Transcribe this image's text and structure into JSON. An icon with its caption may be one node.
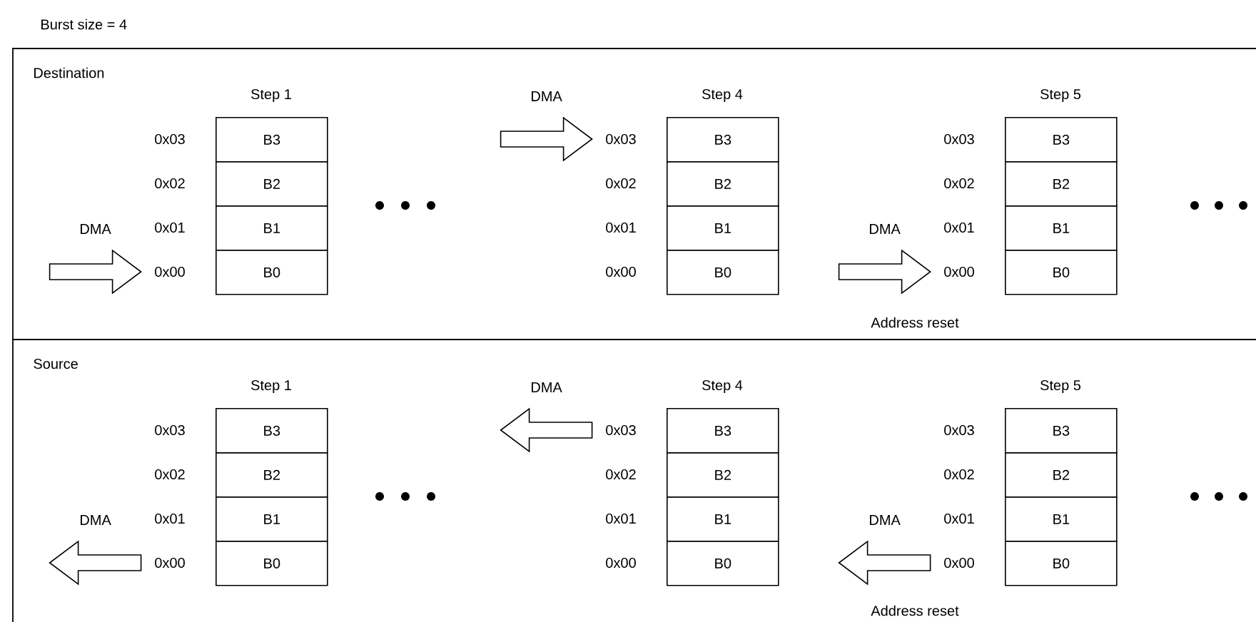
{
  "diagram": {
    "title": "Burst size = 4",
    "nodes": [
      {
        "text": [
          "Destination"
        ]
      },
      {
        "text": [
          "B3"
        ],
        "beside": [
          "0x03"
        ],
        "in": 0
      },
      {
        "text": [
          "B2"
        ],
        "beside": [
          "0x02"
        ],
        "in": 0
      },
      {
        "text": [
          "B1"
        ],
        "beside": [
          "0x01"
        ],
        "in": 0
      },
      {
        "text": [
          "B0"
        ],
        "beside": [
          "0x00"
        ],
        "in": 0
      },
      {
        "text": [
          "B3"
        ],
        "beside": [
          "0x03"
        ],
        "in": 0
      },
      {
        "text": [
          "B2"
        ],
        "beside": [
          "0x02"
        ],
        "in": 0
      },
      {
        "text": [
          "B1"
        ],
        "beside": [
          "0x01"
        ],
        "in": 0
      },
      {
        "text": [
          "B0"
        ],
        "beside": [
          "0x00"
        ],
        "in": 0
      },
      {
        "text": [
          "B3"
        ],
        "beside": [
          "0x03"
        ],
        "in": 0
      },
      {
        "text": [
          "B2"
        ],
        "beside": [
          "0x02"
        ],
        "in": 0
      },
      {
        "text": [
          "B1"
        ],
        "beside": [
          "0x01"
        ],
        "in": 0
      },
      {
        "text": [
          "B0"
        ],
        "beside": [
          "0x00"
        ],
        "in": 0
      },
      {
        "text": [
          "Source"
        ]
      },
      {
        "text": [
          "B3"
        ],
        "beside": [
          "0x03"
        ],
        "in": 13
      },
      {
        "text": [
          "B2"
        ],
        "beside": [
          "0x02"
        ],
        "in": 13
      },
      {
        "text": [
          "B1"
        ],
        "beside": [
          "0x01"
        ],
        "in": 13
      },
      {
        "text": [
          "B0"
        ],
        "beside": [
          "0x00"
        ],
        "in": 13
      },
      {
        "text": [
          "B3"
        ],
        "beside": [
          "0x03"
        ],
        "in": 13
      },
      {
        "text": [
          "B2"
        ],
        "beside": [
          "0x02"
        ],
        "in": 13
      },
      {
        "text": [
          "B1"
        ],
        "beside": [
          "0x01"
        ],
        "in": 13
      },
      {
        "text": [
          "B0"
        ],
        "beside": [
          "0x00"
        ],
        "in": 13
      },
      {
        "text": [
          "B3"
        ],
        "beside": [
          "0x03"
        ],
        "in": 13
      },
      {
        "text": [
          "B2"
        ],
        "beside": [
          "0x02"
        ],
        "in": 13
      },
      {
        "text": [
          "B1"
        ],
        "beside": [
          "0x01"
        ],
        "in": 13
      },
      {
        "text": [
          "B0"
        ],
        "beside": [
          "0x00"
        ],
        "in": 13
      }
    ],
    "edges": [
      {
        "from": null,
        "to": 4,
        "arrow": "to",
        "label": "DMA"
      },
      {
        "from": null,
        "to": 5,
        "arrow": "to",
        "label": "DMA"
      },
      {
        "from": null,
        "to": 12,
        "arrow": "to",
        "label": "DMA"
      },
      {
        "from": 17,
        "to": null,
        "arrow": "to",
        "label": "DMA"
      },
      {
        "from": 18,
        "to": null,
        "arrow": "to",
        "label": "DMA"
      },
      {
        "from": 25,
        "to": null,
        "arrow": "to",
        "label": "DMA"
      }
    ],
    "labels": [
      "Step 1",
      "Step 4",
      "Step 5",
      "Address reset",
      "Step 1",
      "Step 4",
      "Step 5",
      "Address reset"
    ]
  }
}
